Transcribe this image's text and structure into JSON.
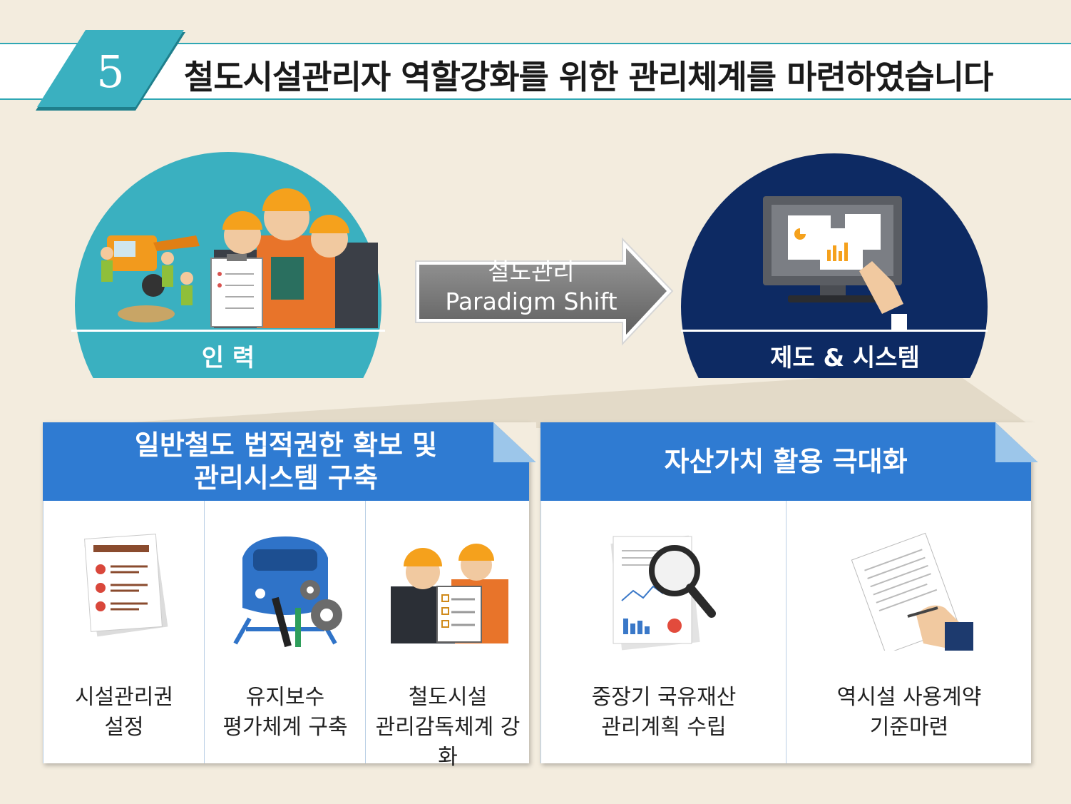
{
  "header": {
    "number": "5",
    "title": "철도시설관리자 역할강화를 위한 관리체계를 마련하였습니다"
  },
  "left_circle": {
    "label": "인 력"
  },
  "right_circle": {
    "label": "제도 & 시스템"
  },
  "arrow": {
    "line1": "철도관리",
    "line2": "Paradigm Shift"
  },
  "panels": [
    {
      "title": "일반철도 법적권한 확보 및\n관리시스템 구축",
      "items": [
        {
          "label": "시설관리권\n설정",
          "icon": "checklist-icon"
        },
        {
          "label": "유지보수\n평가체계 구축",
          "icon": "train-tools-icon"
        },
        {
          "label": "철도시설\n관리감독체계 강화",
          "icon": "inspectors-icon"
        }
      ]
    },
    {
      "title": "자산가치 활용 극대화",
      "items": [
        {
          "label": "중장기 국유재산\n관리계획 수립",
          "icon": "report-magnifier-icon"
        },
        {
          "label": "역시설 사용계약\n기준마련",
          "icon": "contract-signing-icon"
        }
      ]
    }
  ],
  "colors": {
    "teal": "#3ab0c0",
    "navy": "#0d2a63",
    "blue": "#2f7bd2",
    "orange": "#f5a11c"
  }
}
